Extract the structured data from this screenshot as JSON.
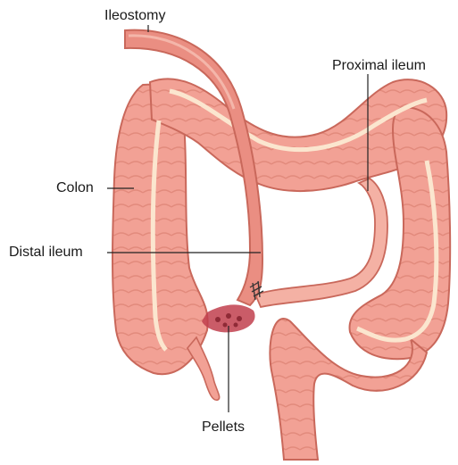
{
  "labels": {
    "ileostomy": "Ileostomy",
    "proximal_ileum": "Proximal ileum",
    "colon": "Colon",
    "distal_ileum": "Distal ileum",
    "pellets": "Pellets"
  },
  "colors": {
    "tissue_fill": "#f2a195",
    "tissue_light": "#f8c3b6",
    "tissue_outline": "#c9685b",
    "taenia_band": "#fbe6cf",
    "stoma_tube": "#ea8e82",
    "pellet_red": "#c13f4d",
    "leader_line": "#222222"
  }
}
